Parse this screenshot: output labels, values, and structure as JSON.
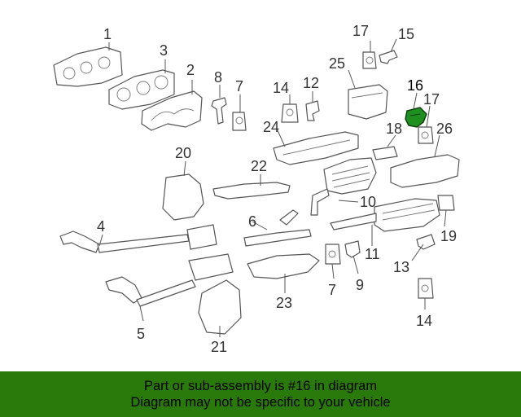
{
  "diagram": {
    "highlight_color": "#1f8f1f",
    "caption_bg_color": "#2a7a0b",
    "callouts": [
      {
        "id": "1",
        "label": "1"
      },
      {
        "id": "2",
        "label": "2"
      },
      {
        "id": "3",
        "label": "3"
      },
      {
        "id": "4",
        "label": "4"
      },
      {
        "id": "5",
        "label": "5"
      },
      {
        "id": "6",
        "label": "6"
      },
      {
        "id": "7a",
        "label": "7"
      },
      {
        "id": "7b",
        "label": "7"
      },
      {
        "id": "8",
        "label": "8"
      },
      {
        "id": "9",
        "label": "9"
      },
      {
        "id": "10",
        "label": "10"
      },
      {
        "id": "11",
        "label": "11"
      },
      {
        "id": "12",
        "label": "12"
      },
      {
        "id": "13",
        "label": "13"
      },
      {
        "id": "14a",
        "label": "14"
      },
      {
        "id": "14b",
        "label": "14"
      },
      {
        "id": "15",
        "label": "15"
      },
      {
        "id": "16",
        "label": "16",
        "highlighted": true
      },
      {
        "id": "17a",
        "label": "17"
      },
      {
        "id": "17b",
        "label": "17"
      },
      {
        "id": "18",
        "label": "18"
      },
      {
        "id": "19",
        "label": "19"
      },
      {
        "id": "20",
        "label": "20"
      },
      {
        "id": "21",
        "label": "21"
      },
      {
        "id": "22",
        "label": "22"
      },
      {
        "id": "23",
        "label": "23"
      },
      {
        "id": "24",
        "label": "24"
      },
      {
        "id": "25",
        "label": "25"
      },
      {
        "id": "26",
        "label": "26"
      }
    ]
  },
  "caption": {
    "line1": "Part or sub-assembly is #16 in diagram",
    "line2": "Diagram may not be specific to your vehicle"
  }
}
